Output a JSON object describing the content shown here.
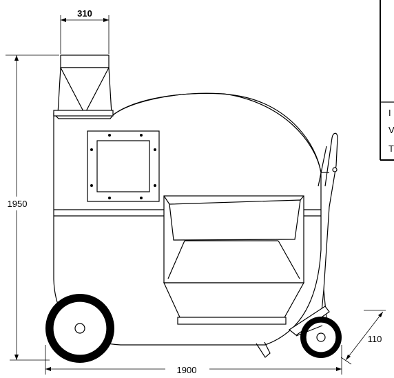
{
  "dimensions": {
    "top_width": "310",
    "height": "1950",
    "length": "1900",
    "wheel_offset": "110"
  },
  "side_box_fragments": [
    "I",
    "V",
    "T"
  ]
}
